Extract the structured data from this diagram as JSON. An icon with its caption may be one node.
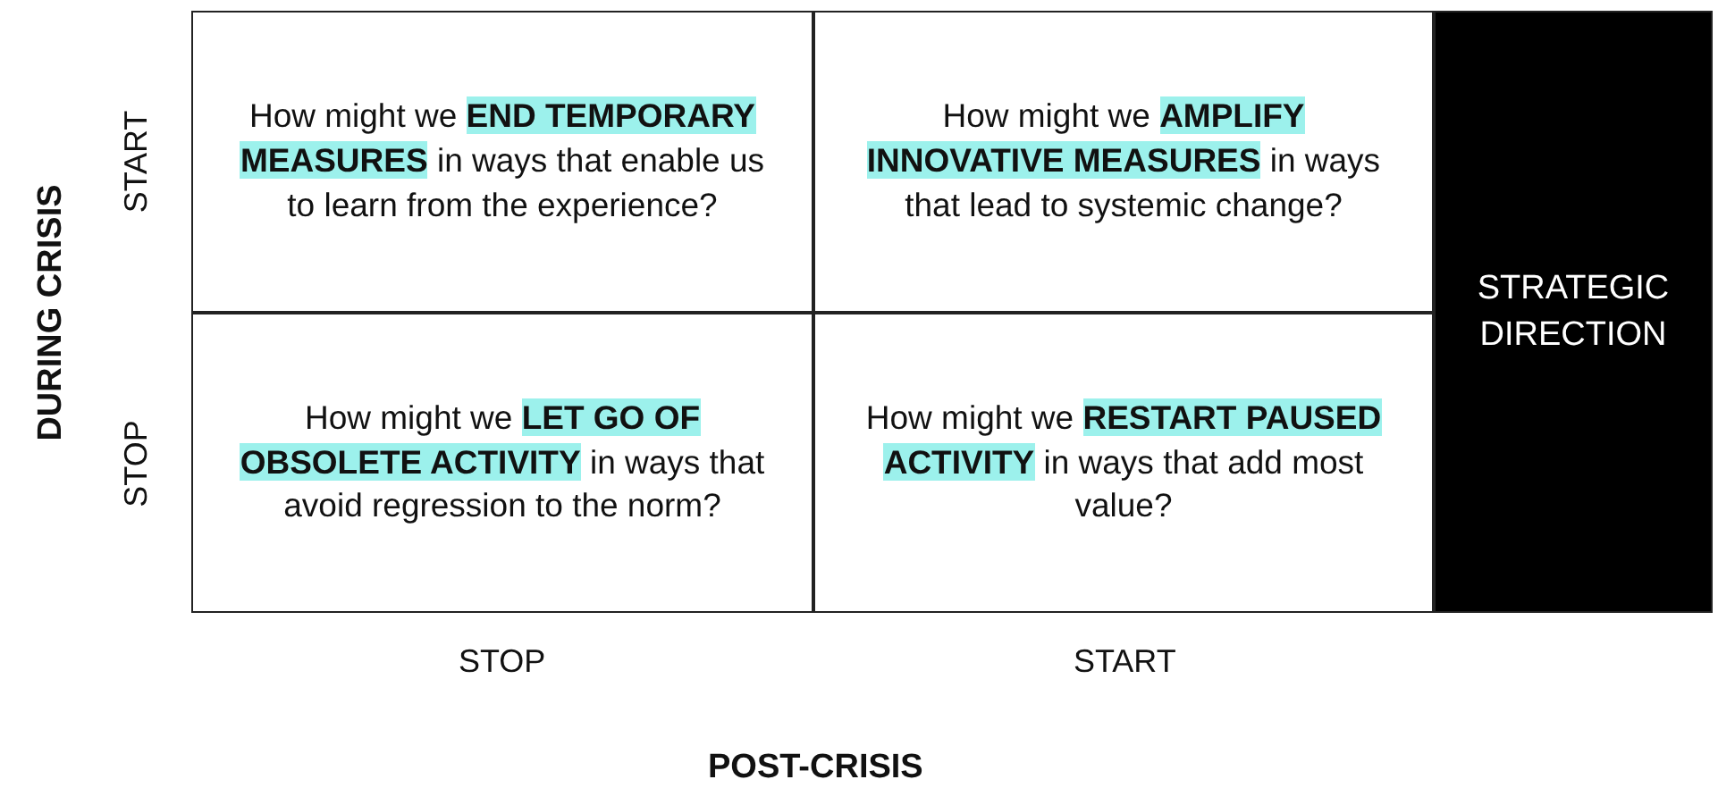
{
  "diagram": {
    "nodes": [
      {
        "text": [
          "How might we **END TEMPORARY MEASURES** in ways that enable us to learn from the experience?"
        ]
      },
      {
        "text": [
          "How might we **AMPLIFY INNOVATIVE MEASURES** in ways that lead to systemic change?"
        ]
      },
      {
        "text": [
          "How might we **LET GO OF OBSOLETE ACTIVITY** in ways that avoid regression to the norm?"
        ]
      },
      {
        "text": [
          "How might we **RESTART PAUSED ACTIVITY** in ways that add most value?"
        ]
      },
      {
        "text": [
          "STRATEGIC DIRECTION"
        ]
      }
    ],
    "labels": [
      "DURING CRISIS",
      "START",
      "STOP",
      "STOP",
      "START",
      "POST-CRISIS"
    ]
  }
}
